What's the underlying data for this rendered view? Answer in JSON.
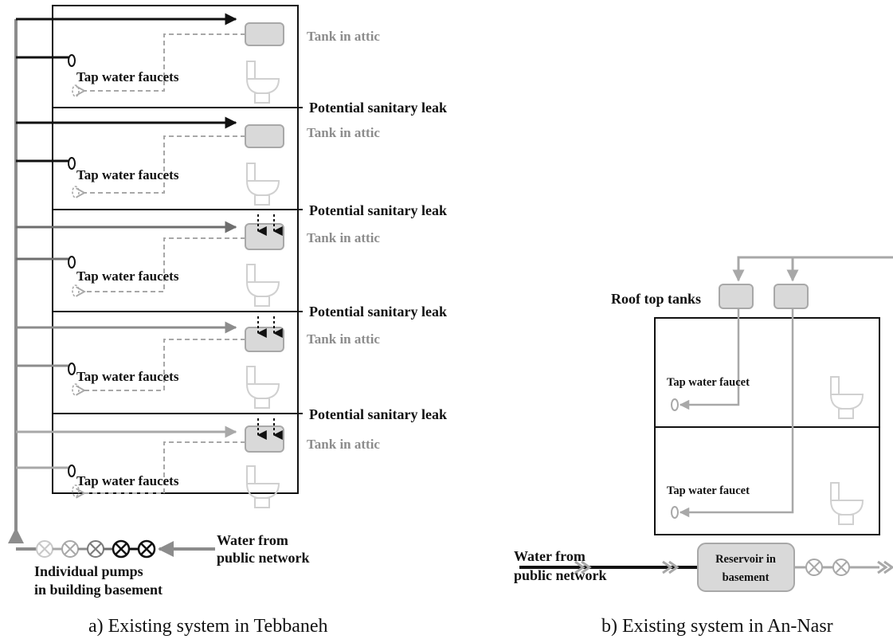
{
  "colors": {
    "black": "#111111",
    "dark_gray": "#6e6e6e",
    "mid_gray": "#8c8c8c",
    "light_gray": "#a8a8a8",
    "tank_fill": "#d9d9d9",
    "toilet": "#d0d0d0"
  },
  "panel_a": {
    "caption": "a)  Existing system in Tebbaneh",
    "floors": [
      {
        "tank_label": "Tank in attic",
        "faucet_label": "Tap water faucets",
        "leak_label": "Potential sanitary leak",
        "supply_shade": "black"
      },
      {
        "tank_label": "Tank in attic",
        "faucet_label": "Tap water faucets",
        "leak_label": "Potential sanitary leak",
        "supply_shade": "black"
      },
      {
        "tank_label": "Tank in attic",
        "faucet_label": "Tap water faucets",
        "leak_label": "Potential sanitary leak",
        "supply_shade": "dark_gray"
      },
      {
        "tank_label": "Tank in attic",
        "faucet_label": "Tap water faucets",
        "leak_label": "Potential sanitary leak",
        "supply_shade": "mid_gray"
      },
      {
        "tank_label": "Tank in attic",
        "faucet_label": "Tap water faucets",
        "leak_label": "",
        "supply_shade": "light_gray"
      }
    ],
    "pumps_label_line1": "Individual pumps",
    "pumps_label_line2": "in building basement",
    "water_label_line1": "Water from",
    "water_label_line2": "public network"
  },
  "panel_b": {
    "caption": "b)  Existing system in An-Nasr",
    "roof_tanks_label": "Roof top tanks",
    "floors": [
      {
        "faucet_label": "Tap water faucet"
      },
      {
        "faucet_label": "Tap water faucet"
      }
    ],
    "reservoir_line1": "Reservoir in",
    "reservoir_line2": "basement",
    "water_label_line1": "Water from",
    "water_label_line2": "public network"
  }
}
